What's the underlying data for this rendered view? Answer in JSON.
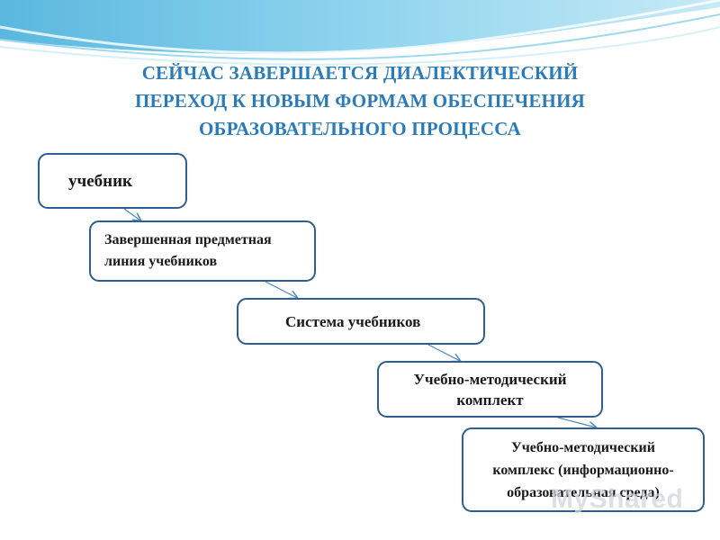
{
  "title": {
    "line1": "СЕЙЧАС ЗАВЕРШАЕТСЯ ДИАЛЕКТИЧЕСКИЙ",
    "line2": "ПЕРЕХОД К НОВЫМ ФОРМАМ ОБЕСПЕЧЕНИЯ",
    "line3": "ОБРАЗОВАТЕЛЬНОГО ПРОЦЕССА"
  },
  "steps": [
    {
      "lines": [
        "учебник"
      ]
    },
    {
      "lines": [
        "Завершенная предметная",
        "линия учебников"
      ]
    },
    {
      "lines": [
        "Система учебников"
      ]
    },
    {
      "lines": [
        "Учебно-методический",
        "комплект"
      ]
    },
    {
      "lines": [
        "Учебно-методический",
        "комплекс (информационно-",
        "образовательная среда)"
      ]
    }
  ],
  "watermark": "MyShared",
  "colors": {
    "title": "#2a7bb8",
    "box_border": "#2f5e92",
    "banner": "#6fc3e3"
  }
}
